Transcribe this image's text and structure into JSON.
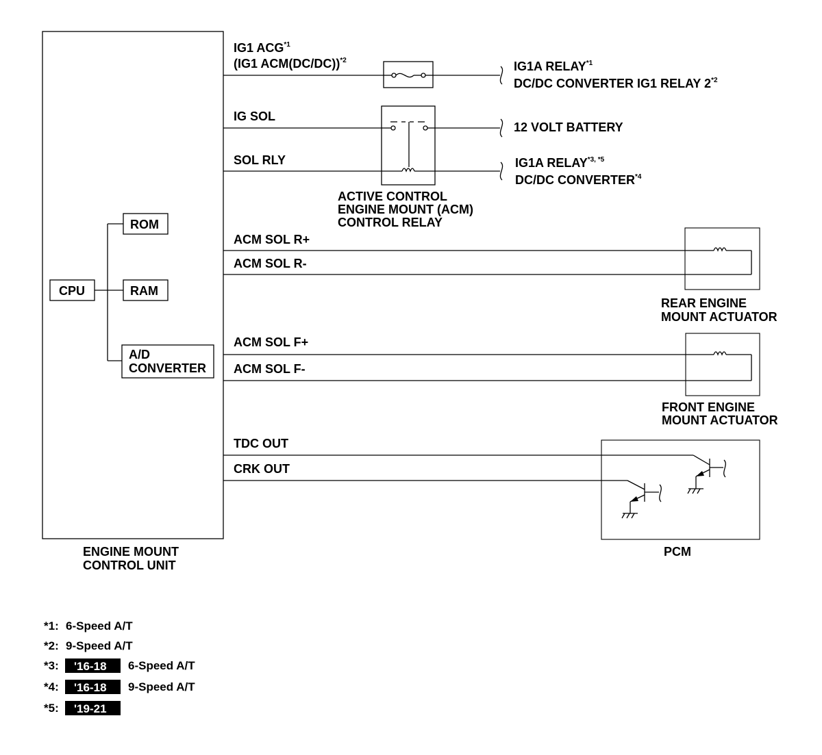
{
  "ecu": {
    "name_line1": "ENGINE MOUNT",
    "name_line2": "CONTROL UNIT",
    "cpu": "CPU",
    "rom": "ROM",
    "ram": "RAM",
    "adc_line1": "A/D",
    "adc_line2": "CONVERTER"
  },
  "signals": {
    "ig1_acg": {
      "text": "IG1 ACG",
      "sup": "*1"
    },
    "ig1_acm": {
      "text": "(IG1 ACM(DC/DC))",
      "sup": "*2"
    },
    "ig_sol": "IG SOL",
    "sol_rly": "SOL RLY",
    "acm_sol_r_plus": "ACM SOL R+",
    "acm_sol_r_minus": "ACM SOL R-",
    "acm_sol_f_plus": "ACM SOL F+",
    "acm_sol_f_minus": "ACM SOL F-",
    "tdc_out": "TDC OUT",
    "crk_out": "CRK OUT"
  },
  "destinations": {
    "ig1a_relay_1": {
      "text": "IG1A RELAY",
      "sup": "*1"
    },
    "dcdc_relay2": {
      "text": "DC/DC CONVERTER IG1 RELAY 2",
      "sup": "*2"
    },
    "battery": "12 VOLT BATTERY",
    "ig1a_relay_35": {
      "text": "IG1A RELAY",
      "sup": "*3, *5"
    },
    "dcdc_converter": {
      "text": "DC/DC CONVERTER",
      "sup": "*4"
    }
  },
  "relay": {
    "line1": "ACTIVE CONTROL",
    "line2": "ENGINE MOUNT (ACM)",
    "line3": "CONTROL RELAY"
  },
  "rear_actuator": {
    "line1": "REAR ENGINE",
    "line2": "MOUNT ACTUATOR"
  },
  "front_actuator": {
    "line1": "FRONT ENGINE",
    "line2": "MOUNT ACTUATOR"
  },
  "pcm": "PCM",
  "footnotes": [
    {
      "key": "*1:",
      "tag": "",
      "text": "6-Speed A/T"
    },
    {
      "key": "*2:",
      "tag": "",
      "text": "9-Speed A/T"
    },
    {
      "key": "*3:",
      "tag": "'16-18",
      "text": "6-Speed A/T"
    },
    {
      "key": "*4:",
      "tag": "'16-18",
      "text": "9-Speed A/T"
    },
    {
      "key": "*5:",
      "tag": "'19-21",
      "text": ""
    }
  ]
}
